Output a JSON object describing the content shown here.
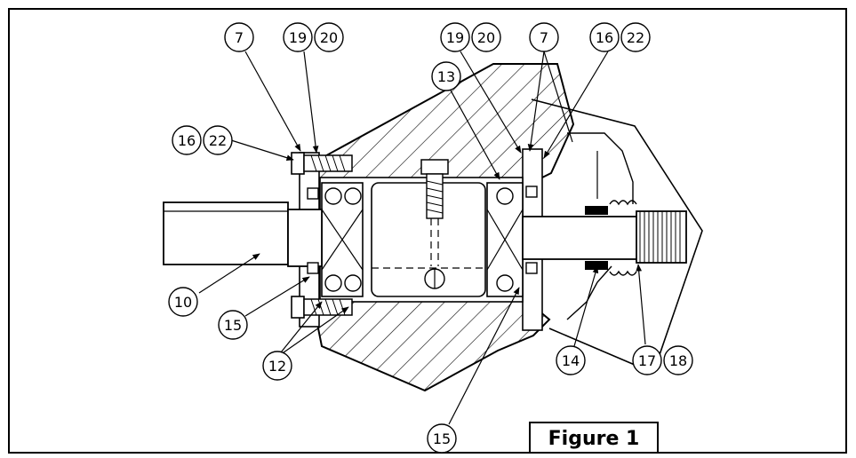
{
  "figure_label": "Figure 1",
  "callouts": [
    {
      "id": "c7a",
      "label": "7"
    },
    {
      "id": "c19a",
      "label": "19"
    },
    {
      "id": "c20a",
      "label": "20"
    },
    {
      "id": "c16a",
      "label": "16"
    },
    {
      "id": "c22a",
      "label": "22"
    },
    {
      "id": "c10",
      "label": "10"
    },
    {
      "id": "c15a",
      "label": "15"
    },
    {
      "id": "c12",
      "label": "12"
    },
    {
      "id": "c19b",
      "label": "19"
    },
    {
      "id": "c20b",
      "label": "20"
    },
    {
      "id": "c7b",
      "label": "7"
    },
    {
      "id": "c16b",
      "label": "16"
    },
    {
      "id": "c22b",
      "label": "22"
    },
    {
      "id": "c13",
      "label": "13"
    },
    {
      "id": "c14",
      "label": "14"
    },
    {
      "id": "c17",
      "label": "17"
    },
    {
      "id": "c18",
      "label": "18"
    },
    {
      "id": "c15b",
      "label": "15"
    }
  ]
}
